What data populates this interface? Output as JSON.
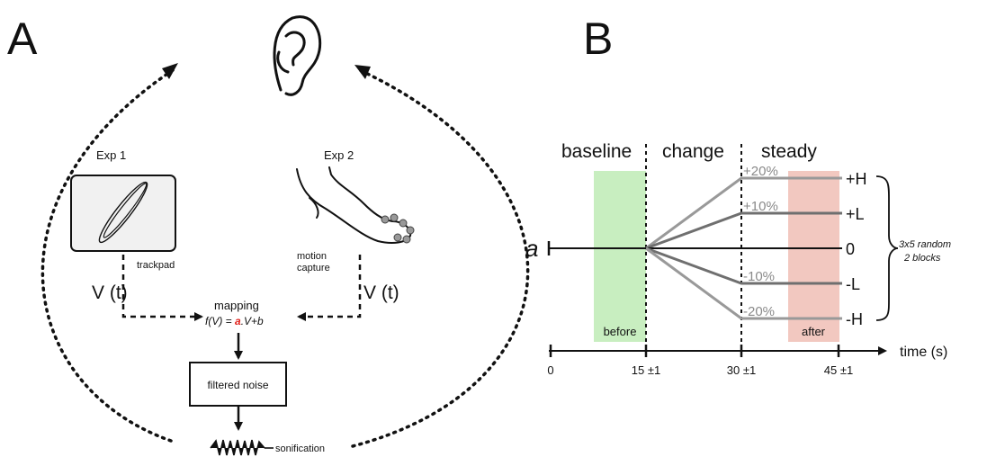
{
  "panel_a": {
    "letter": "A",
    "exp1": {
      "title": "Exp 1",
      "device": "trackpad",
      "signal": "V (t)"
    },
    "exp2": {
      "title": "Exp 2",
      "device_line1": "motion",
      "device_line2": "capture",
      "signal": "V (t)"
    },
    "mapping": {
      "label": "mapping",
      "formula_prefix": "f(V) = ",
      "formula_param": "a",
      "formula_suffix": ".V+b"
    },
    "filter_box": "filtered noise",
    "output": "sonification",
    "icons": [
      "ear-icon",
      "trackpad-icon",
      "foot-icon",
      "waveform-icon"
    ],
    "accent_color": "#e0201a"
  },
  "panel_b": {
    "letter": "B",
    "phases": [
      "baseline",
      "change",
      "steady"
    ],
    "param_symbol": "a",
    "window_before": "before",
    "window_after": "after",
    "time_axis_label": "time (s)",
    "time_ticks": [
      "0",
      "15 ±1",
      "30 ±1",
      "45 ±1"
    ],
    "conditions": [
      {
        "level": "+H",
        "pct": "+20%",
        "value": 20,
        "color": "#999999"
      },
      {
        "level": "+L",
        "pct": "+10%",
        "value": 10,
        "color": "#6f6f6f"
      },
      {
        "level": "0",
        "pct": "",
        "value": 0,
        "color": "#111111"
      },
      {
        "level": "-L",
        "pct": "-10%",
        "value": -10,
        "color": "#6f6f6f"
      },
      {
        "level": "-H",
        "pct": "-20%",
        "value": -20,
        "color": "#999999"
      }
    ],
    "design_line1": "3x5 random",
    "design_line2": "2 blocks",
    "colors": {
      "before": "#c8eec0",
      "after": "#f2c8c0",
      "param": "#e0201a"
    }
  }
}
